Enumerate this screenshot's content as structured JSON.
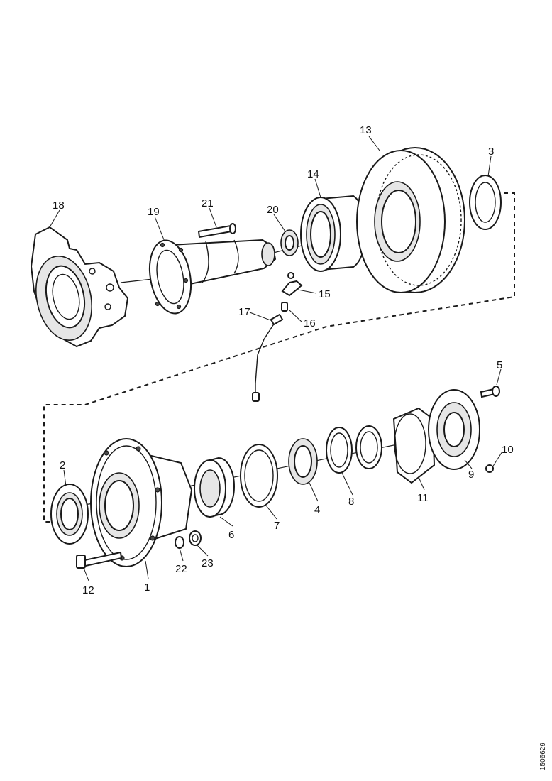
{
  "diagram": {
    "document_id": "1506629",
    "callouts": [
      "1",
      "2",
      "3",
      "4",
      "5",
      "6",
      "7",
      "8",
      "9",
      "10",
      "11",
      "12",
      "13",
      "14",
      "15",
      "16",
      "17",
      "18",
      "19",
      "20",
      "21",
      "22",
      "23"
    ]
  }
}
